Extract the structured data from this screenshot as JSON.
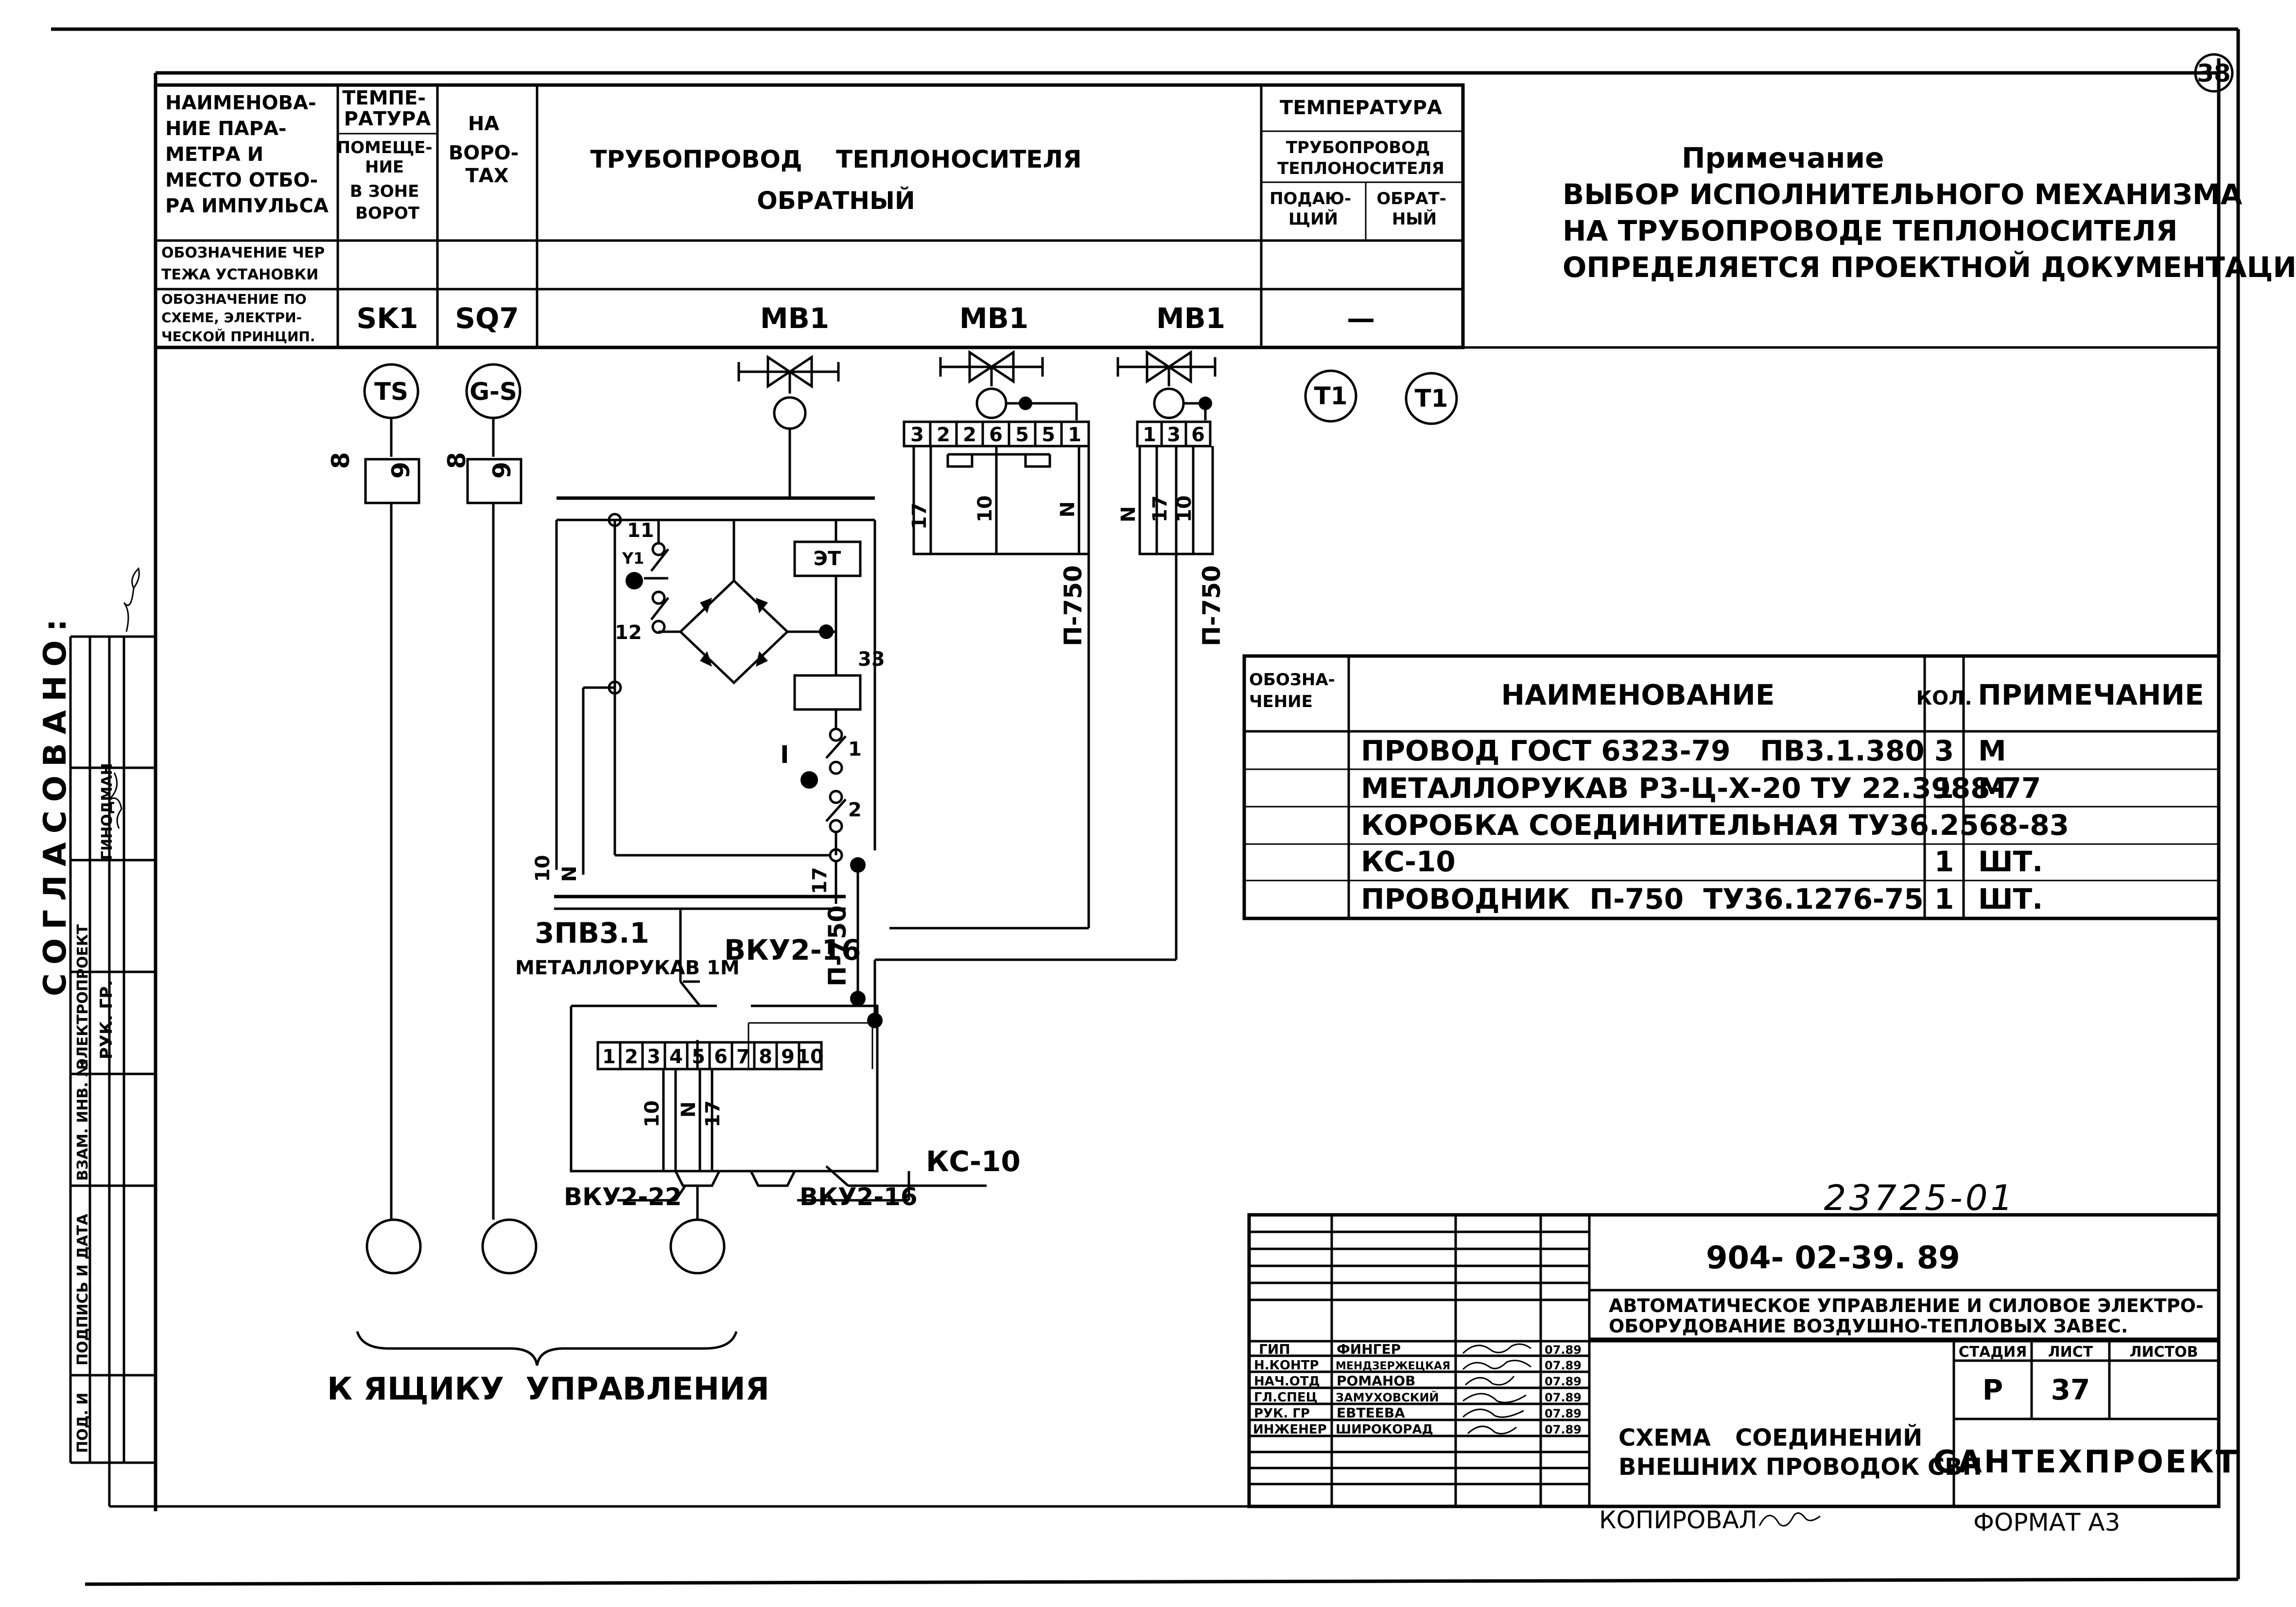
{
  "sheet": {
    "page_no": "38",
    "doc_no": "23725-01"
  },
  "header_table": {
    "row_param": [
      "НАИМЕНОВА-",
      "НИЕ ПАРА-",
      "МЕТРА И",
      "МЕСТО ОТБО-",
      "РА ИМПУЛЬСА"
    ],
    "col_temp": [
      "ТЕМПЕ-",
      "РАТУРА"
    ],
    "col_temp_sub": [
      "ПОМЕЩЕ-",
      "НИЕ",
      "В ЗОНЕ",
      "ВОРОТ"
    ],
    "col_gate": [
      "НА",
      "ВОРО-",
      "ТАХ"
    ],
    "pipe_title": "ТРУБОПРОВОД    ТЕПЛОНОСИТЕЛЯ",
    "pipe_sub": "ОБРАТНЫЙ",
    "col_temp2": "ТЕМПЕРАТУРА",
    "col_temp2_sub": [
      "ТРУБОПРОВОД",
      "ТЕПЛОНОСИТЕЛЯ"
    ],
    "col_supply": [
      "ПОДАЮ-",
      "ЩИЙ"
    ],
    "col_return": [
      "ОБРАТ-",
      "НЫЙ"
    ],
    "row_drawing": [
      "ОБОЗНАЧЕНИЕ ЧЕР",
      "ТЕЖА УСТАНОВКИ"
    ],
    "row_scheme": [
      "ОБОЗНАЧЕНИЕ ПО",
      "СХЕМЕ, ЭЛЕКТРИ-",
      "ЧЕСКОЙ ПРИНЦИП."
    ],
    "val_sk": "SK1",
    "val_sq": "SQ7",
    "val_mv": [
      "MB1",
      "MB1",
      "MB1"
    ],
    "val_dash": "—"
  },
  "note": {
    "title": "Примечание",
    "lines": [
      "ВЫБОР ИСПОЛНИТЕЛЬНОГО МЕХАНИЗМА",
      "НА ТРУБОПРОВОДЕ ТЕПЛОНОСИТЕЛЯ",
      "ОПРЕДЕЛЯЕТСЯ ПРОЕКТНОЙ ДОКУМЕНТАЦИЕЙ"
    ]
  },
  "diagram": {
    "sensors": [
      "TS",
      "G-S",
      "T1",
      "T1"
    ],
    "wire_labels": {
      "w8a": "8",
      "w9a": "9",
      "w8b": "8",
      "w9b": "9",
      "w10": "10",
      "w11": "11",
      "wN": "N",
      "w17": "17",
      "t11": "11",
      "t12": "12",
      "y1": "Y1",
      "coil_et": "ЭТ",
      "coil_33": "33",
      "sw1": "1",
      "sw2": "2",
      "swI": "I",
      "p750a": "П-750",
      "p750b": "П-750",
      "p750c": "П-750"
    },
    "terminals_a": [
      "3",
      "2",
      "2",
      "6",
      "5",
      "5",
      "1"
    ],
    "terminals_b": [
      "1",
      "3",
      "6"
    ],
    "terminals_c": [
      "1",
      "2",
      "3",
      "4",
      "5",
      "6",
      "7",
      "8",
      "9",
      "10"
    ],
    "box_labels": {
      "cable": "3ПВ3.1",
      "hose": "МЕТАЛЛОРУКАВ 1М",
      "vku_top": "ВКУ2-16",
      "vku_bl": "ВКУ2-22",
      "vku_br": "ВКУ2-16",
      "kc": "КС-10",
      "bl10": "10",
      "blN": "N",
      "bl17": "17"
    },
    "caption": "К ЯЩИКУ  УПРАВЛЕНИЯ"
  },
  "materials": {
    "headers": {
      "code": [
        "ОБОЗНА-",
        "ЧЕНИЕ"
      ],
      "name": "НАИМЕНОВАНИЕ",
      "qty": "КОЛ.",
      "note": "ПРИМЕЧАНИЕ"
    },
    "rows": [
      {
        "name": "ПРОВОД ГОСТ 6323-79   ПВ3.1.380",
        "qty": "3",
        "note": "М"
      },
      {
        "name": "МЕТАЛЛОРУКАВ Р3-Ц-Х-20 ТУ 22.3988-77",
        "qty": "1",
        "note": "М"
      },
      {
        "name": "КОРОБКА СОЕДИНИТЕЛЬНАЯ ТУ36.2568-83",
        "qty": "",
        "note": ""
      },
      {
        "name": "КС-10",
        "qty": "1",
        "note": "ШТ."
      },
      {
        "name": "ПРОВОДНИК  П-750  ТУ36.1276-75",
        "qty": "1",
        "note": "ШТ."
      }
    ]
  },
  "side_stamp": {
    "agreed": "СОГЛАСОВАНО:",
    "cells": [
      "ЭЛЕКТРОПРОЕКТ",
      "РУК. ГР.",
      "ГИНОДМАН",
      "ВЗАМ. ИНВ. №",
      "ПОДПИСЬ И ДАТА",
      "ПОД. И"
    ]
  },
  "title_block": {
    "code": "904- 02-39. 89",
    "desc": [
      "АВТОМАТИЧЕСКОЕ УПРАВЛЕНИЕ И СИЛОВОЕ ЭЛЕКТРО-",
      "ОБОРУДОВАНИЕ ВОЗДУШНО-ТЕПЛОВЫХ ЗАВЕС."
    ],
    "stage_h": "СТАДИЯ",
    "sheet_h": "ЛИСТ",
    "sheets_h": "ЛИСТОВ",
    "stage": "Р",
    "sheet": "37",
    "drawing": [
      "СХЕМА   СОЕДИНЕНИЙ",
      "ВНЕШНИХ ПРОВОДОК СВП"
    ],
    "org": "САНТЕХПРОЕКТ",
    "people": [
      {
        "role": "ГИП",
        "name": "ФИНГЕР",
        "date": "07.89"
      },
      {
        "role": "Н.КОНТР",
        "name": "МЕНДЗЕРЖЕЦКАЯ",
        "date": "07.89"
      },
      {
        "role": "НАЧ.ОТД",
        "name": "РОМАНОВ",
        "date": "07.89"
      },
      {
        "role": "ГЛ.СПЕЦ",
        "name": "ЗАМУХОВСКИЙ",
        "date": "07.89"
      },
      {
        "role": "РУК. ГР",
        "name": "ЕВТЕЕВА",
        "date": "07.89"
      },
      {
        "role": "ИНЖЕНЕР",
        "name": "ШИРОКОРАД",
        "date": "07.89"
      }
    ],
    "copied": "КОПИРОВАЛ",
    "format": "ФОРМАТ А3"
  }
}
